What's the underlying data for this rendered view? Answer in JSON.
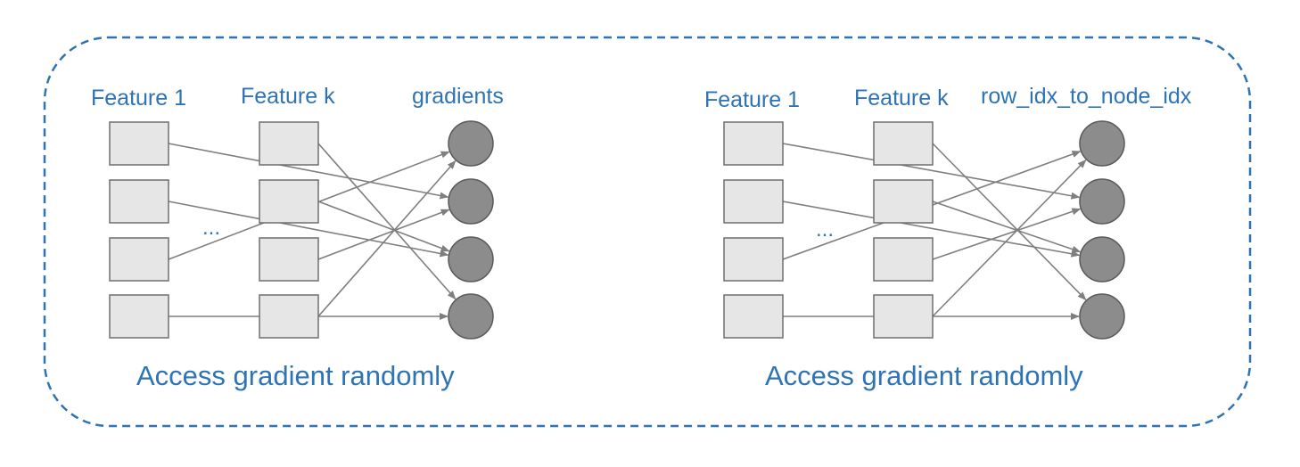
{
  "colors": {
    "accent": "#2e74b5",
    "box_fill": "#e6e6e6",
    "box_stroke": "#6f6f6f",
    "node_fill": "#8c8c8c",
    "node_stroke": "#5a5a5a",
    "arrow": "#7f7f7f",
    "background": "#ffffff"
  },
  "panels": [
    {
      "col1_label": "Feature 1",
      "col2_label": "Feature k",
      "target_label": "gradients",
      "ellipsis": "...",
      "caption": "Access gradient randomly",
      "links": [
        {
          "from_col": 0,
          "from_row": 0,
          "to": 1
        },
        {
          "from_col": 0,
          "from_row": 1,
          "to": 2
        },
        {
          "from_col": 0,
          "from_row": 2,
          "to": 0
        },
        {
          "from_col": 0,
          "from_row": 3,
          "to": 3
        },
        {
          "from_col": 1,
          "from_row": 0,
          "to": 3
        },
        {
          "from_col": 1,
          "from_row": 1,
          "to": 2
        },
        {
          "from_col": 1,
          "from_row": 2,
          "to": 1
        },
        {
          "from_col": 1,
          "from_row": 3,
          "to": 0
        }
      ]
    },
    {
      "col1_label": "Feature 1",
      "col2_label": "Feature k",
      "target_label": "row_idx_to_node_idx",
      "ellipsis": "...",
      "caption": "Access gradient randomly",
      "links": [
        {
          "from_col": 0,
          "from_row": 0,
          "to": 1
        },
        {
          "from_col": 0,
          "from_row": 1,
          "to": 2
        },
        {
          "from_col": 0,
          "from_row": 2,
          "to": 0
        },
        {
          "from_col": 0,
          "from_row": 3,
          "to": 3
        },
        {
          "from_col": 1,
          "from_row": 0,
          "to": 3
        },
        {
          "from_col": 1,
          "from_row": 1,
          "to": 2
        },
        {
          "from_col": 1,
          "from_row": 2,
          "to": 1
        },
        {
          "from_col": 1,
          "from_row": 3,
          "to": 0
        }
      ]
    }
  ]
}
